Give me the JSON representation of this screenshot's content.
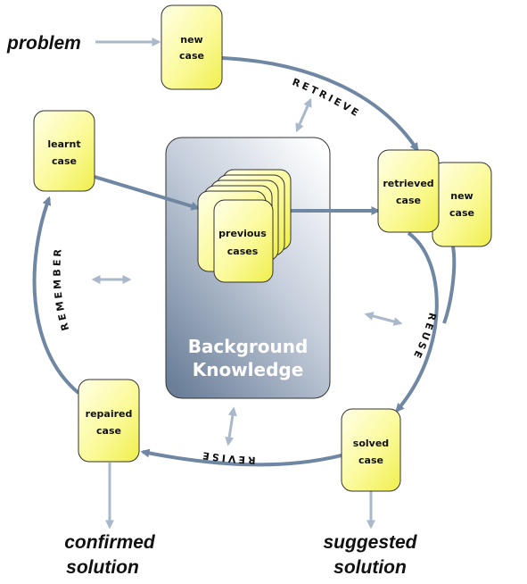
{
  "labels": {
    "problem": "problem",
    "confirmed_solution_1": "confirmed",
    "confirmed_solution_2": "solution",
    "suggested_solution_1": "suggested",
    "suggested_solution_2": "solution",
    "background_1": "Background",
    "background_2": "Knowledge"
  },
  "phases": {
    "retrieve": "RETRIEVE",
    "reuse": "REUSE",
    "revise": "REVISE",
    "remember": "REMEMBER"
  },
  "cases": {
    "new_case_top": [
      "new",
      "case"
    ],
    "learnt_case": [
      "learnt",
      "case"
    ],
    "previous_cases": [
      "previous",
      "cases"
    ],
    "retrieved_case": [
      "retrieved",
      "case"
    ],
    "new_case_right": [
      "new",
      "case"
    ],
    "repaired_case": [
      "repaired",
      "case"
    ],
    "solved_case": [
      "solved",
      "case"
    ]
  },
  "colors": {
    "cycle_arrow": "#6f87a3",
    "side_arrow": "#a9b8cb",
    "case_fill_light": "#ffffe6",
    "case_fill_dark": "#f0ee4c",
    "bk_fill_light": "#ffffff",
    "bk_fill_dark": "#6b7f99"
  }
}
